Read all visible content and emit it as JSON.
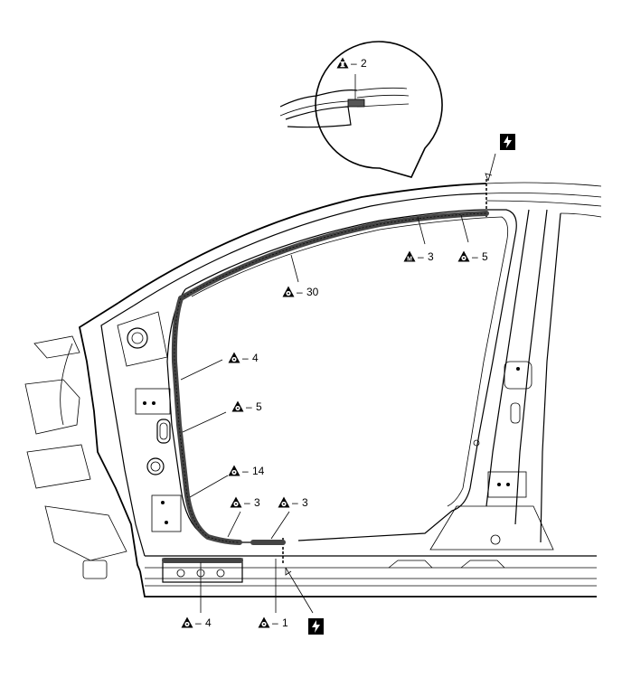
{
  "colors": {
    "line": "#000000",
    "seal": "#444444",
    "background": "#ffffff"
  },
  "icons": {
    "triangle_round": "triangle-circle-icon",
    "triangle_i": "triangle-i-icon",
    "triangle_m": "triangle-m-icon",
    "cut_symbol": "lightning-icon"
  },
  "callouts": {
    "detail_i2": {
      "sep": "–",
      "num": "2"
    },
    "m3": {
      "sep": "–",
      "num": "3"
    },
    "top5": {
      "sep": "–",
      "num": "5"
    },
    "c30": {
      "sep": "–",
      "num": "30"
    },
    "c4": {
      "sep": "–",
      "num": "4"
    },
    "c5": {
      "sep": "–",
      "num": "5"
    },
    "c14": {
      "sep": "–",
      "num": "14"
    },
    "c3a": {
      "sep": "–",
      "num": "3"
    },
    "c3b": {
      "sep": "–",
      "num": "3"
    },
    "bottom4": {
      "sep": "–",
      "num": "4"
    },
    "bottom1": {
      "sep": "–",
      "num": "1"
    }
  }
}
